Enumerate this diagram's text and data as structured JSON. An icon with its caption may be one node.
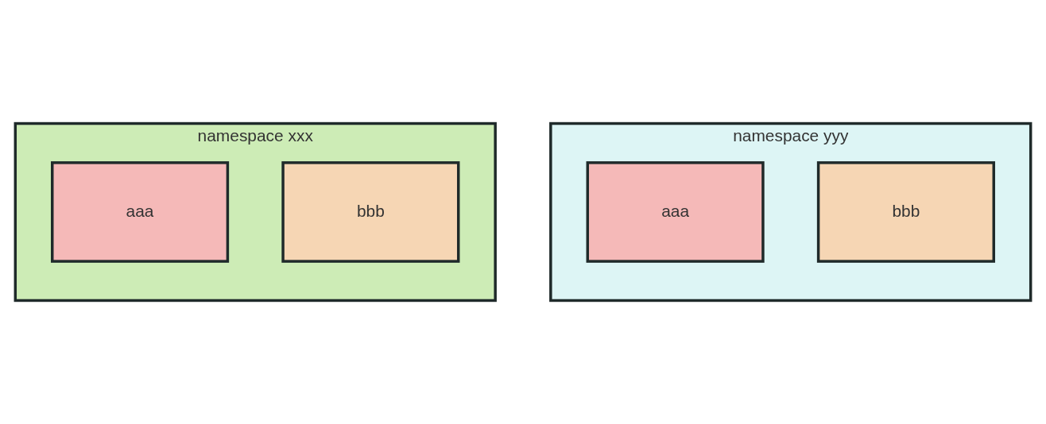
{
  "diagram": {
    "nodes": [
      {
        "text": [
          "namespace xxx"
        ]
      },
      {
        "text": [
          "aaa"
        ],
        "in": 0
      },
      {
        "text": [
          "bbb"
        ],
        "in": 0
      },
      {
        "text": [
          "namespace yyy"
        ]
      },
      {
        "text": [
          "aaa"
        ],
        "in": 3
      },
      {
        "text": [
          "bbb"
        ],
        "in": 3
      }
    ]
  }
}
